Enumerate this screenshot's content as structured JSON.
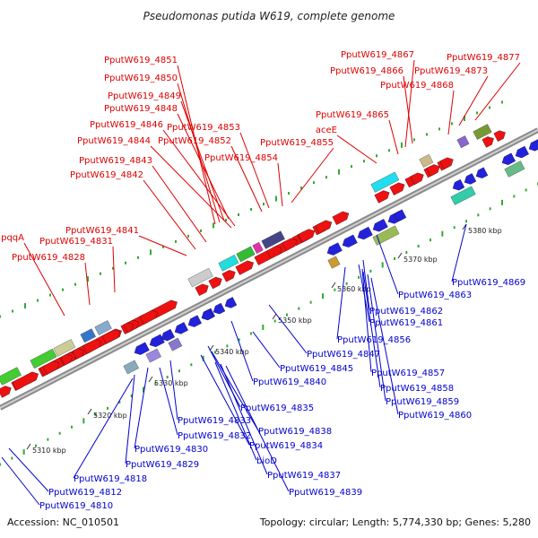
{
  "title": "Pseudomonas putida W619, complete genome",
  "accession": "Accession: NC_010501",
  "topology": "Topology: circular; Length: 5,774,330 bp; Genes: 5,280",
  "colors": {
    "forward_label": "#dd0000",
    "reverse_label": "#0000cc",
    "forward_arrow": "#ee1111",
    "reverse_arrow": "#2222dd",
    "backbone": "#777777",
    "dots": "#33aa33"
  },
  "ticks": [
    "5310 kbp",
    "5320 kbp",
    "5330 kbp",
    "5340 kbp",
    "5350 kbp",
    "5360 kbp",
    "5370 kbp",
    "5380 kbp"
  ],
  "forward_genes": [
    "PputW619_4851",
    "PputW619_4850",
    "PputW619_4849",
    "PputW619_4848",
    "PputW619_4853",
    "PputW619_4846",
    "PputW619_4852",
    "PputW619_4844",
    "PputW619_4854",
    "PputW619_4855",
    "PputW619_4843",
    "PputW619_4842",
    "PputW619_4841",
    "PputW619_4831",
    "PputW619_4828",
    "pqqA",
    "PputW619_4867",
    "PputW619_4866",
    "PputW619_4877",
    "PputW619_4873",
    "PputW619_4868",
    "PputW619_4865",
    "aceE"
  ],
  "reverse_genes": [
    "PputW619_4869",
    "PputW619_4863",
    "PputW619_4862",
    "PputW619_4861",
    "PputW619_4856",
    "PputW619_4847",
    "PputW619_4845",
    "PputW619_4840",
    "PputW619_4857",
    "PputW619_4858",
    "PputW619_4859",
    "PputW619_4860",
    "PputW619_4835",
    "PputW619_4833",
    "PputW619_4832",
    "PputW619_4838",
    "PputW619_4834",
    "PputW619_4830",
    "PputW619_4829",
    "bioD",
    "PputW619_4837",
    "PputW619_4818",
    "PputW619_4839",
    "PputW619_4812",
    "PputW619_4810"
  ]
}
